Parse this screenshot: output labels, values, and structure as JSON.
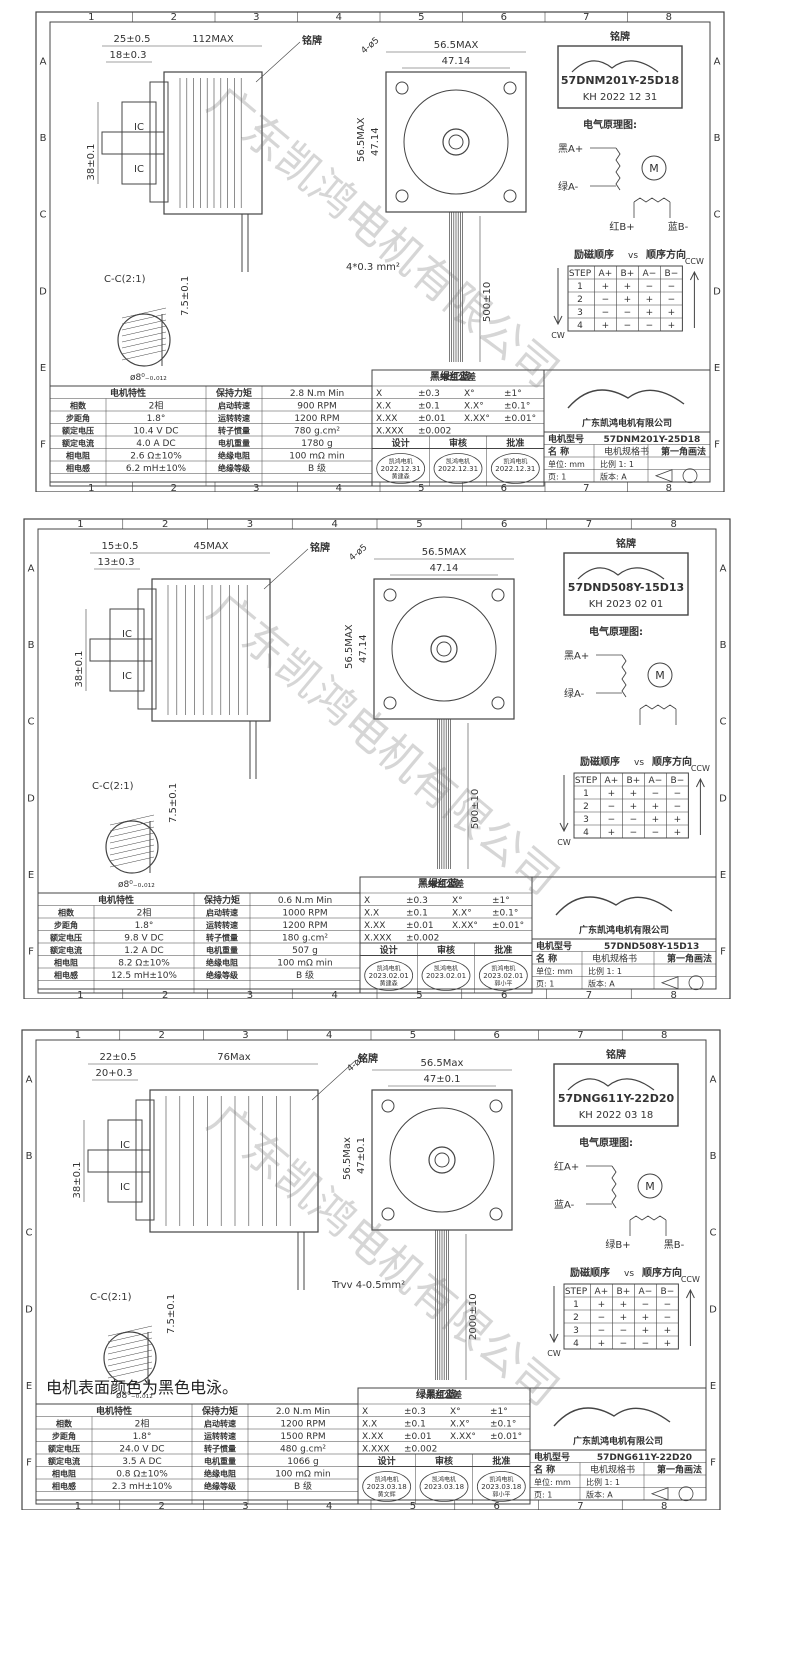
{
  "watermark": "广东凯鸿电机有限公司",
  "company": "广东凯鸿电机有限公司",
  "sheets": [
    {
      "model": "57DNM201Y-25D18",
      "nameplate_date": "KH 2022 12 31",
      "dims": {
        "shaft_len": "25±0.5",
        "flat_len": "18±0.3",
        "body_len": "112MAX",
        "pilot": "38±0.1",
        "hole": "4-ø5",
        "width": "56.5MAX",
        "pitch": "47.14",
        "height": "56.5MAX",
        "pitch_v": "47.14",
        "wire": "4*0.3 mm²",
        "lead": "500±10",
        "section": "C-C(2:1)",
        "flat_depth": "7.5±0.1",
        "shaft_dia": "ø8⁰₋₀.₀₁₂"
      },
      "wire_colors": {
        "a_plus": "黑A+",
        "a_minus": "绿A-",
        "b_plus": "红B+",
        "b_minus": "蓝B-",
        "leads": "黑绿红蓝"
      },
      "specs": [
        [
          "相数",
          "2相",
          "保持力矩",
          "2.8 N.m Min"
        ],
        [
          "步距角",
          "1.8°",
          "启动转速",
          "900 RPM"
        ],
        [
          "额定电压",
          "10.4 V DC",
          "运转转速",
          "1200 RPM"
        ],
        [
          "额定电流",
          "4.0 A DC",
          "转子惯量",
          "780 g.cm²"
        ],
        [
          "相电阻",
          "2.6 Ω±10%",
          "电机重量",
          "1780 g"
        ],
        [
          "相电感",
          "6.2 mH±10%",
          "绝缘电阻",
          "100 mΩ min"
        ],
        [
          "",
          "",
          "绝缘等级",
          "B 级"
        ]
      ],
      "tolerances": [
        [
          "X",
          "±0.3",
          "X°",
          "±1°"
        ],
        [
          "X.X",
          "±0.1",
          "X.X°",
          "±0.1°"
        ],
        [
          "X.XX",
          "±0.01",
          "X.XX°",
          "±0.01°"
        ],
        [
          "X.XXX",
          "±0.002",
          "",
          ""
        ]
      ],
      "stamp_date": "2022.12.31",
      "stamp_names": [
        "黄建森",
        "",
        ""
      ],
      "scale": "比例 1: 1",
      "first_angle": "第一角画法",
      "cw_seq": [
        [
          "1",
          "+",
          "+",
          "−",
          "−"
        ],
        [
          "2",
          "−",
          "+",
          "+",
          "−"
        ],
        [
          "3",
          "−",
          "−",
          "+",
          "+"
        ],
        [
          "4",
          "+",
          "−",
          "−",
          "+"
        ]
      ],
      "seq_order": [
        "A+",
        "B+",
        "A−",
        "B−"
      ]
    },
    {
      "model": "57DND508Y-15D13",
      "nameplate_date": "KH 2023 02 01",
      "dims": {
        "shaft_len": "15±0.5",
        "flat_len": "13±0.3",
        "body_len": "45MAX",
        "pilot": "38±0.1",
        "hole": "4-ø5",
        "width": "56.5MAX",
        "pitch": "47.14",
        "height": "56.5MAX",
        "pitch_v": "47.14",
        "wire": "",
        "lead": "500±10",
        "section": "C-C(2:1)",
        "flat_depth": "7.5±0.1",
        "shaft_dia": "ø8⁰₋₀.₀₁₂"
      },
      "wire_colors": {
        "a_plus": "黑A+",
        "a_minus": "绿A-",
        "b_plus": "",
        "b_minus": "",
        "leads": "黑绿红蓝"
      },
      "specs": [
        [
          "相数",
          "2相",
          "保持力矩",
          "0.6 N.m Min"
        ],
        [
          "步距角",
          "1.8°",
          "启动转速",
          "1000 RPM"
        ],
        [
          "额定电压",
          "9.8 V DC",
          "运转转速",
          "1200 RPM"
        ],
        [
          "额定电流",
          "1.2 A DC",
          "转子惯量",
          "180 g.cm²"
        ],
        [
          "相电阻",
          "8.2 Ω±10%",
          "电机重量",
          "507 g"
        ],
        [
          "相电感",
          "12.5 mH±10%",
          "绝缘电阻",
          "100 mΩ min"
        ],
        [
          "",
          "",
          "绝缘等级",
          "B 级"
        ]
      ],
      "tolerances": [
        [
          "X",
          "±0.3",
          "X°",
          "±1°"
        ],
        [
          "X.X",
          "±0.1",
          "X.X°",
          "±0.1°"
        ],
        [
          "X.XX",
          "±0.01",
          "X.XX°",
          "±0.01°"
        ],
        [
          "X.XXX",
          "±0.002",
          "",
          ""
        ]
      ],
      "stamp_date": "2023.02.01",
      "stamp_names": [
        "黄建森",
        "",
        "郭小平"
      ],
      "scale": "比例 1: 1",
      "first_angle": "第一角画法",
      "cw_seq": [
        [
          "1",
          "+",
          "+",
          "−",
          "−"
        ],
        [
          "2",
          "−",
          "+",
          "+",
          "−"
        ],
        [
          "3",
          "−",
          "−",
          "+",
          "+"
        ],
        [
          "4",
          "+",
          "−",
          "−",
          "+"
        ]
      ],
      "seq_order": [
        "A+",
        "B+",
        "A−",
        "B−"
      ]
    },
    {
      "model": "57DNG611Y-22D20",
      "nameplate_date": "KH 2022 03 18",
      "dims": {
        "shaft_len": "22±0.5",
        "flat_len": "20+0.3",
        "body_len": "76Max",
        "pilot": "38±0.1",
        "hole": "4-ø5",
        "width": "56.5Max",
        "pitch": "47±0.1",
        "height": "56.5Max",
        "pitch_v": "47±0.1",
        "wire": "Trvv 4-0.5mm²",
        "lead": "2000±10",
        "section": "C-C(2:1)",
        "flat_depth": "7.5±0.1",
        "shaft_dia": "ø8⁰₋₀.₀₁₂"
      },
      "wire_colors": {
        "a_plus": "红A+",
        "a_minus": "蓝A-",
        "b_plus": "绿B+",
        "b_minus": "黑B-",
        "leads": "绿黑红蓝"
      },
      "specs": [
        [
          "相数",
          "2相",
          "保持力矩",
          "2.0 N.m Min"
        ],
        [
          "步距角",
          "1.8°",
          "启动转速",
          "1200 RPM"
        ],
        [
          "额定电压",
          "24.0 V DC",
          "运转转速",
          "1500 RPM"
        ],
        [
          "额定电流",
          "3.5 A DC",
          "转子惯量",
          "480 g.cm²"
        ],
        [
          "相电阻",
          "0.8 Ω±10%",
          "电机重量",
          "1066 g"
        ],
        [
          "相电感",
          "2.3 mH±10%",
          "绝缘电阻",
          "100 mΩ min"
        ],
        [
          "",
          "",
          "绝缘等级",
          "B 级"
        ]
      ],
      "tolerances": [
        [
          "X",
          "±0.3",
          "X°",
          "±1°"
        ],
        [
          "X.X",
          "±0.1",
          "X.X°",
          "±0.1°"
        ],
        [
          "X.XX",
          "±0.01",
          "X.XX°",
          "±0.01°"
        ],
        [
          "X.XXX",
          "±0.002",
          "",
          ""
        ]
      ],
      "stamp_date": "2023.03.18",
      "stamp_names": [
        "黄文辉",
        "",
        "郭小平"
      ],
      "scale": "比例 1: 1",
      "first_angle": "第一角画法",
      "cw_seq": [
        [
          "1",
          "+",
          "+",
          "−",
          "−"
        ],
        [
          "2",
          "−",
          "+",
          "+",
          "−"
        ],
        [
          "3",
          "−",
          "−",
          "+",
          "+"
        ],
        [
          "4",
          "+",
          "−",
          "−",
          "+"
        ]
      ],
      "seq_order": [
        "A+",
        "B+",
        "A−",
        "B−"
      ],
      "surface_note": "电机表面颜色为黑色电泳。"
    }
  ],
  "labels": {
    "spec_header": "电机特性",
    "nameplate": "铭牌",
    "principle": "电气原理图:",
    "exc_seq": "励磁顺序",
    "vs": "vs",
    "rot_dir": "顺序方向",
    "ccw": "CCW",
    "cw": "CW",
    "step": "STEP",
    "tol_header": "未注公差",
    "design": "设计",
    "check": "审核",
    "approve": "批准",
    "model_label": "电机型号",
    "name_label": "名 称",
    "name_value": "电机规格书",
    "unit_label": "单位: mm",
    "page_label": "页: 1",
    "version_label": "版本: A",
    "stamp_company": "凯鸿电机",
    "ic": "IC",
    "m": "M",
    "ref_label": "铭牌"
  },
  "border_nums": [
    "1",
    "2",
    "3",
    "4",
    "5",
    "6",
    "7",
    "8"
  ],
  "border_letters": [
    "A",
    "B",
    "C",
    "D",
    "E",
    "F"
  ]
}
